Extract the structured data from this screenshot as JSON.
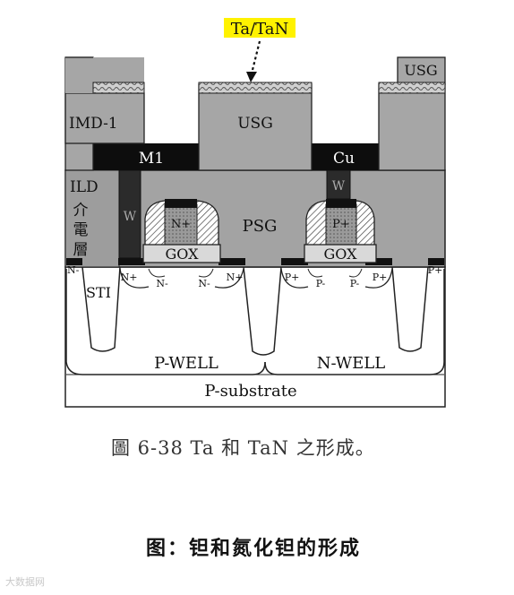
{
  "diagram": {
    "callout": "Ta/TaN",
    "callout_color": "#fff200",
    "layers": {
      "usg_top_left": "IMD-1",
      "usg_center": "USG",
      "usg_right": "USG",
      "metal_left": "M1",
      "metal_right": "Cu",
      "ild_label": "ILD",
      "ild_cn_1": "介",
      "ild_cn_2": "電",
      "ild_cn_3": "層",
      "w_left": "W",
      "w_right": "W",
      "psg": "PSG",
      "gate_left": "N+",
      "gate_right": "P+",
      "gox_left": "GOX",
      "gox_right": "GOX"
    },
    "doping": {
      "n_minus_far_left": "N-",
      "n_plus_left": "N+",
      "n_minus_1": "N-",
      "n_minus_2": "N-",
      "n_plus_right": "N+",
      "p_plus_left": "P+",
      "p_minus_1": "P-",
      "p_minus_2": "P-",
      "p_plus_right": "P+",
      "p_plus_far_right": "P+"
    },
    "regions": {
      "sti": "STI",
      "p_well": "P-WELL",
      "n_well": "N-WELL",
      "substrate": "P-substrate"
    }
  },
  "figure_caption": "圖 6-38   Ta 和 TaN 之形成。",
  "subtitle": "图：钽和氮化钽的形成",
  "watermark": "大数据网"
}
